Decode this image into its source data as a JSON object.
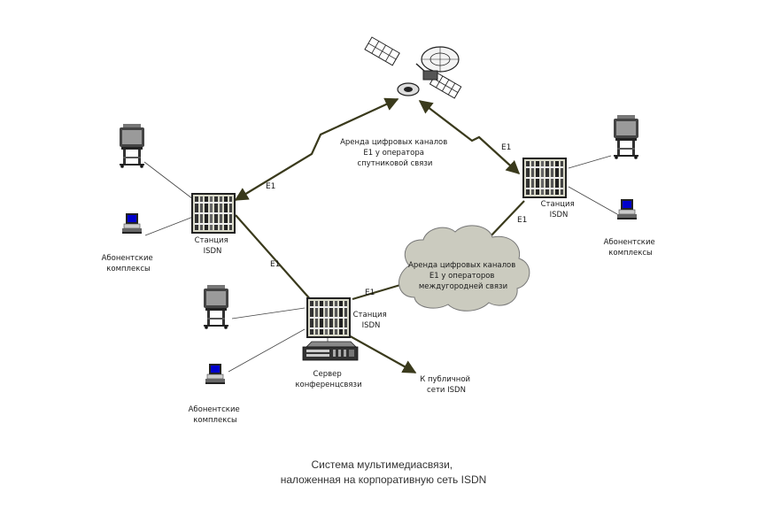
{
  "satellite_label": [
    "Аренда цифровых каналов",
    "E1 у оператора",
    "спутниковой связи"
  ],
  "cloud_label": [
    "Аренда цифровых каналов",
    "E1 у операторов",
    "междугородней связи"
  ],
  "station_left_label": [
    "Станция",
    "ISDN"
  ],
  "station_right_label": [
    "Станция",
    "ISDN"
  ],
  "station_center_label": [
    "Станция",
    "ISDN"
  ],
  "subscribers_left_label": [
    "Абонентские",
    "комплексы"
  ],
  "subscribers_right_label": [
    "Абонентские",
    "комплексы"
  ],
  "subscribers_bottom_label": [
    "Абонентские",
    "комплексы"
  ],
  "server_label": [
    "Сервер",
    "конференцсвязи"
  ],
  "public_net_label": [
    "К публичной",
    "сети ISDN"
  ],
  "e1_labels": {
    "left_sat": "E1",
    "right_sat": "E1",
    "left_center": "E1",
    "center_cloud": "E1",
    "cloud_right": "E1"
  },
  "caption": [
    "Система мультимедиасвязи,",
    "наложенная на корпоративную сеть ISDN"
  ],
  "colors": {
    "link": "#3a3a1c",
    "cloud_fill": "#cbcbbf",
    "rack": "#2a2a2a",
    "rack_panel": "#d8d8c8",
    "monitor_screen": "#0000cc"
  }
}
